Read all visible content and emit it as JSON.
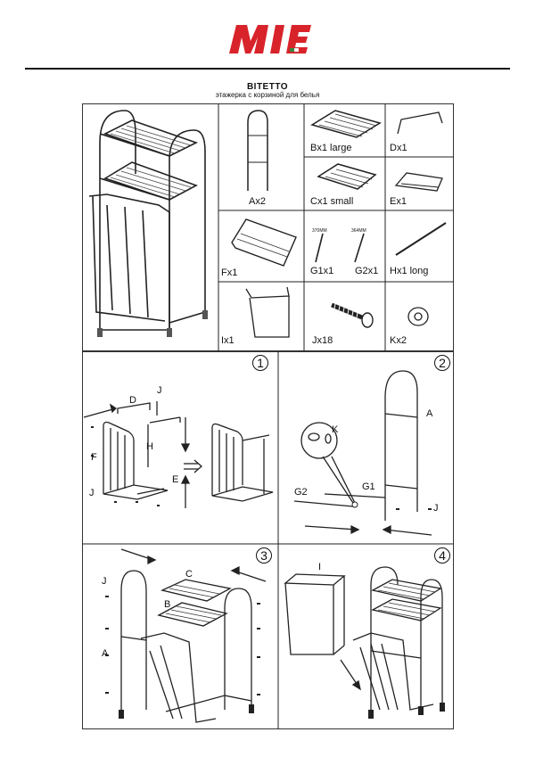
{
  "header": {
    "brand": "MIE",
    "product_name": "BITETTO",
    "product_subtitle": "этажерка с корзиной для белья"
  },
  "parts": [
    {
      "key": "A",
      "label": "Ax2"
    },
    {
      "key": "B",
      "label": "Bx1  large"
    },
    {
      "key": "C",
      "label": "Cx1  small"
    },
    {
      "key": "D",
      "label": "Dx1"
    },
    {
      "key": "E",
      "label": "Ex1"
    },
    {
      "key": "F",
      "label": "Fx1"
    },
    {
      "key": "G1",
      "label": "G1x1"
    },
    {
      "key": "G2",
      "label": "G2x1"
    },
    {
      "key": "H",
      "label": "Hx1  long"
    },
    {
      "key": "I",
      "label": "Ix1"
    },
    {
      "key": "J",
      "label": "Jx18"
    },
    {
      "key": "K",
      "label": "Kx2"
    }
  ],
  "dimensions": {
    "g1": "370MM",
    "g2": "364MM"
  },
  "steps": [
    {
      "number": "1",
      "labels": [
        "D",
        "J",
        "F",
        "H",
        "E",
        "J"
      ]
    },
    {
      "number": "2",
      "labels": [
        "A",
        "K",
        "G2",
        "G1",
        "J"
      ]
    },
    {
      "number": "3",
      "labels": [
        "J",
        "C",
        "B",
        "A"
      ]
    },
    {
      "number": "4",
      "labels": [
        "I"
      ]
    }
  ]
}
